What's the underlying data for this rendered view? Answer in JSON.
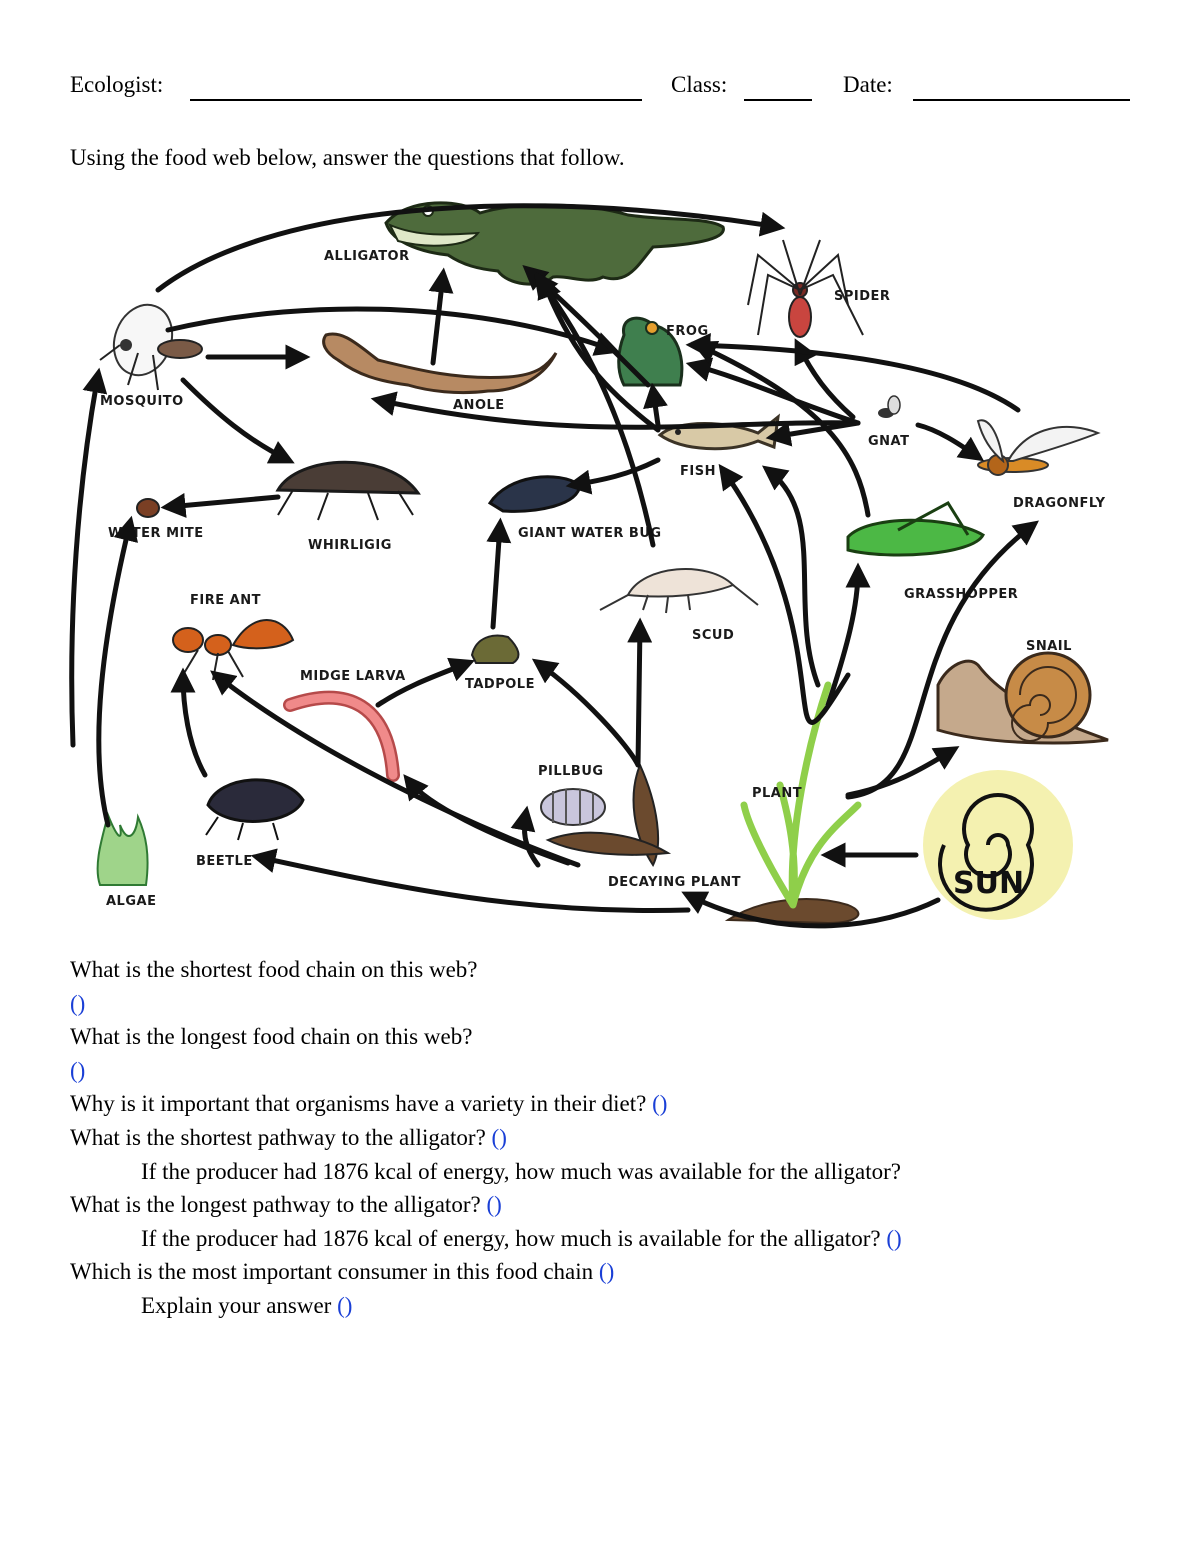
{
  "header": {
    "ecologist_label": "Ecologist:",
    "class_label": "Class:",
    "date_label": "Date:"
  },
  "intro": "Using the food web below, answer the questions that follow.",
  "food_web": {
    "labels": {
      "alligator": "ALLIGATOR",
      "spider": "SPIDER",
      "frog": "FROG",
      "mosquito": "MOSQUITO",
      "anole": "ANOLE",
      "gnat": "GNAT",
      "fish": "FISH",
      "dragonfly": "DRAGONFLY",
      "water_mite": "WATER MITE",
      "whirligig": "WHIRLIGIG",
      "giant_water_bug": "GIANT WATER BUG",
      "grasshopper": "GRASSHOPPER",
      "fire_ant": "FIRE ANT",
      "scud": "SCUD",
      "snail": "SNAIL",
      "midge_larva": "MIDGE LARVA",
      "tadpole": "TADPOLE",
      "pillbug": "PILLBUG",
      "plant": "PLANT",
      "beetle": "BEETLE",
      "decaying_plant": "DECAYING PLANT",
      "algae": "ALGAE",
      "sun": "SUN"
    },
    "colors": {
      "arrow": "#111111",
      "alligator": "#4e6b3c",
      "frog": "#3f7f4e",
      "grasshopper": "#4cb845",
      "fire_ant": "#d4611c",
      "sun": "#f4f1b0",
      "plant": "#8fcf4a",
      "spider": "#c9453f"
    }
  },
  "questions": [
    {
      "text": "What is the shortest food chain on this web?",
      "blank": "()",
      "blank_on_new_line": true,
      "indent": false
    },
    {
      "text": "What is the longest food chain on this web?",
      "blank": "()",
      "blank_on_new_line": true,
      "indent": false
    },
    {
      "text": "Why is it important that organisms have a variety in their diet?",
      "blank": "()",
      "indent": false
    },
    {
      "text": "What is the shortest pathway to the alligator?",
      "blank": "()",
      "indent": false
    },
    {
      "text": "If the producer had 1876 kcal of energy, how much was available for the alligator?",
      "blank": "",
      "indent": true
    },
    {
      "text": "What is the longest pathway to the alligator?",
      "blank": "()",
      "indent": false
    },
    {
      "text": "If the producer had 1876 kcal of energy, how much is available for the alligator?",
      "blank": "()",
      "indent": true
    },
    {
      "text": "Which is the most important consumer in this food chain",
      "blank": "()",
      "indent": false
    },
    {
      "text": "Explain your answer",
      "blank": "()",
      "indent": true
    }
  ]
}
